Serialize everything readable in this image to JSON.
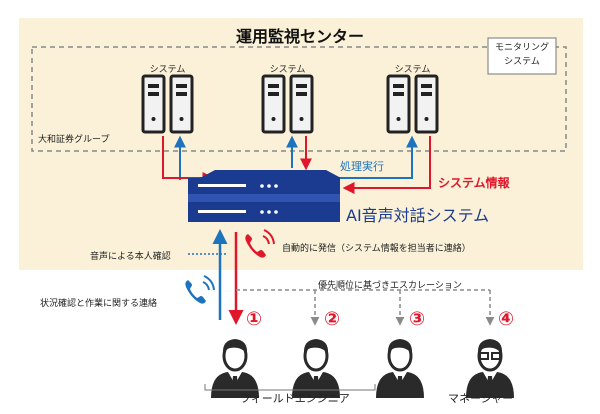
{
  "title": "運用監視センター",
  "monitoring_label": "モニタリング\nシステム",
  "group_label": "大和証券グループ",
  "servers": [
    "システム",
    "システム",
    "システム"
  ],
  "process_label": "処理実行",
  "system_info_label": "システム情報",
  "ai_system_label": "AI音声対話システム",
  "auto_call_label": "自動的に発信（システム情報を担当者に連絡）",
  "voice_id_label": "音声による本人確認",
  "status_contact_label": "状況確認と作業に関する連絡",
  "escalation_label": "優先順位に基づきエスカレーション",
  "steps": [
    "①",
    "②",
    "③",
    "④"
  ],
  "field_engineer_label": "フィールドエンジニア",
  "manager_label": "マネージャー",
  "colors": {
    "red": "#e0162b",
    "blue": "#1e73be",
    "navy": "#1a3b8f",
    "panel": "#faf1d8",
    "gray": "#8a8a8a"
  }
}
